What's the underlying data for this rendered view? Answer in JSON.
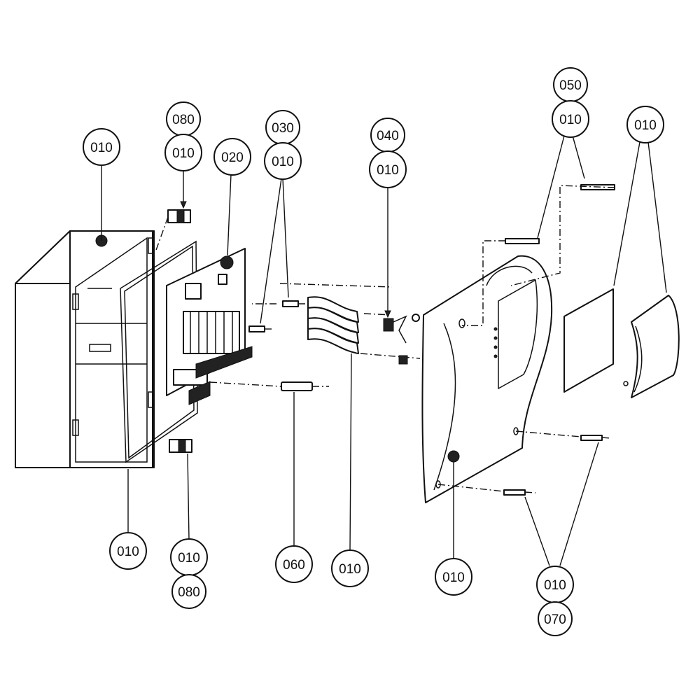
{
  "callouts": {
    "box_main": "010",
    "clip_top_a": "080",
    "clip_top_b": "010",
    "board": "020",
    "screw_a": "030",
    "screw_b": "010",
    "terminal_a": "040",
    "terminal_b": "010",
    "wall_screw_a": "050",
    "wall_screw_b": "010",
    "panel_cover": "010",
    "gasket": "010",
    "clip_bottom_a": "010",
    "clip_bottom_b": "080",
    "fuse": "060",
    "ribbon": "010",
    "front_cover": "010",
    "screws_bottom_a": "010",
    "screws_bottom_b": "070"
  },
  "colors": {
    "line": "#111111",
    "background": "#ffffff"
  }
}
